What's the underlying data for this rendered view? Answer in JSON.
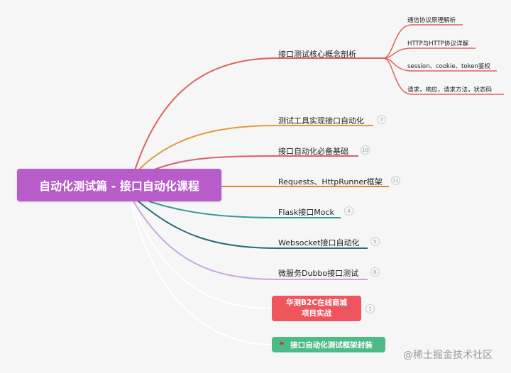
{
  "root": {
    "label": "自动化测试篇 - 接口自动化课程",
    "color": "#b75cc8"
  },
  "topics": [
    {
      "label": "接口测试核心概念剖析",
      "color": "#d9655c",
      "badge": null,
      "children": [
        "通信协议原理解析",
        "HTTP与HTTP协议详解",
        "session、cookie、token鉴权",
        "请求，响应，请求方法，状态码"
      ]
    },
    {
      "label": "测试工具实现接口自动化",
      "color": "#e39a3c",
      "badge": "7"
    },
    {
      "label": "接口自动化必备基础",
      "color": "#d9606c",
      "badge": "10"
    },
    {
      "label": "Requests、HttpRunner框架",
      "color": "#d98a2c",
      "badge": "11"
    },
    {
      "label": "Flask接口Mock",
      "color": "#3a9a94",
      "badge": "4"
    },
    {
      "label": "Websocket接口自动化",
      "color": "#256f73",
      "badge": "5"
    },
    {
      "label": "微服务Dubbo接口测试",
      "color": "#c8a8dc",
      "badge": "6"
    }
  ],
  "red_node": {
    "line1": "华测B2C在线商城",
    "line2": "项目实战",
    "badge": "1",
    "icon": "link-icon",
    "color": "#f0545c"
  },
  "green_node": {
    "label": "接口自动化测试框架封装",
    "icon": "flag-icon",
    "color": "#4dbb85"
  },
  "watermark": "@稀土掘金技术社区"
}
